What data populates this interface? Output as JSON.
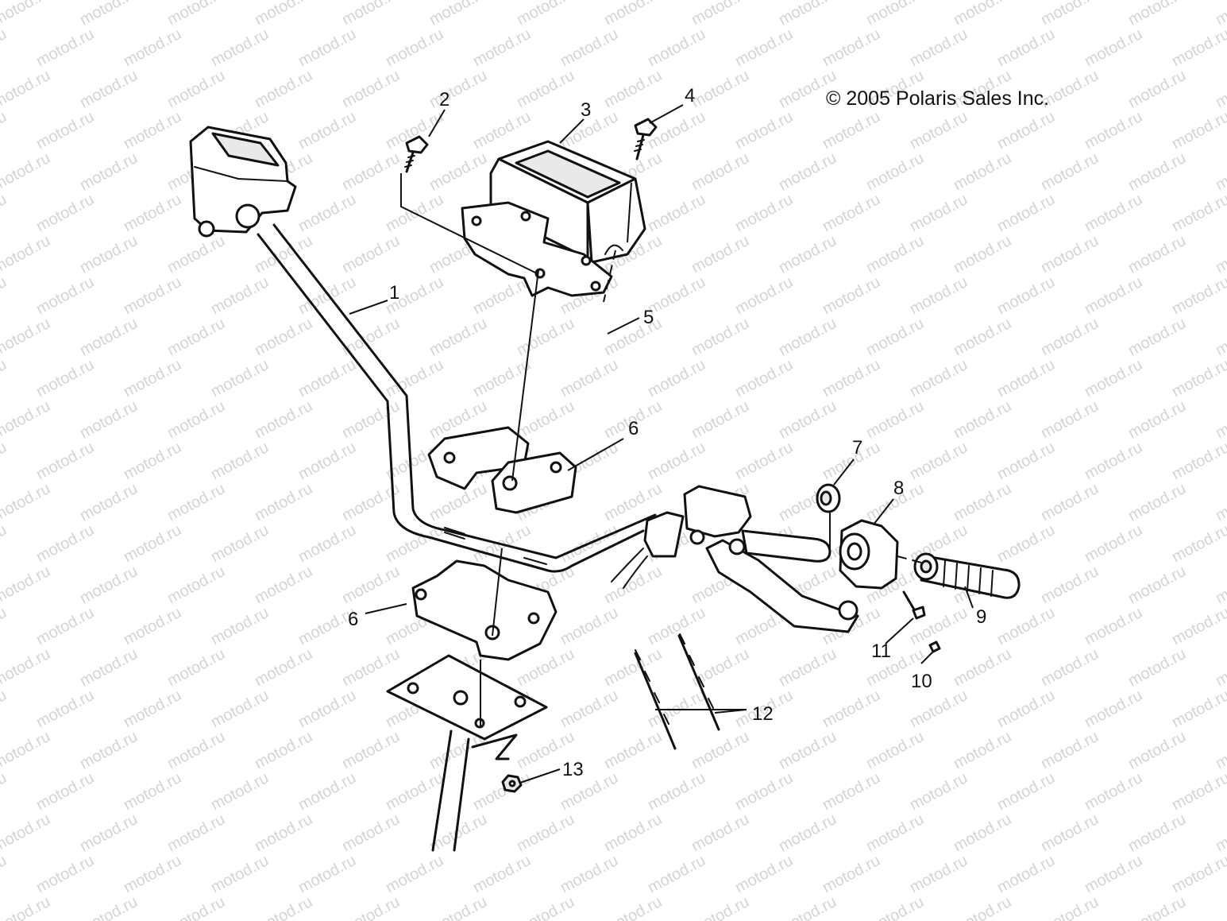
{
  "copyright": "© 2005 Polaris Sales Inc.",
  "watermark": "motod.ru",
  "colors": {
    "ink": "#111111",
    "background": "#ffffff",
    "watermark": "#d4d4d4"
  },
  "callouts": [
    "1",
    "2",
    "3",
    "4",
    "5",
    "6",
    "6",
    "7",
    "8",
    "9",
    "10",
    "11",
    "12",
    "13"
  ]
}
